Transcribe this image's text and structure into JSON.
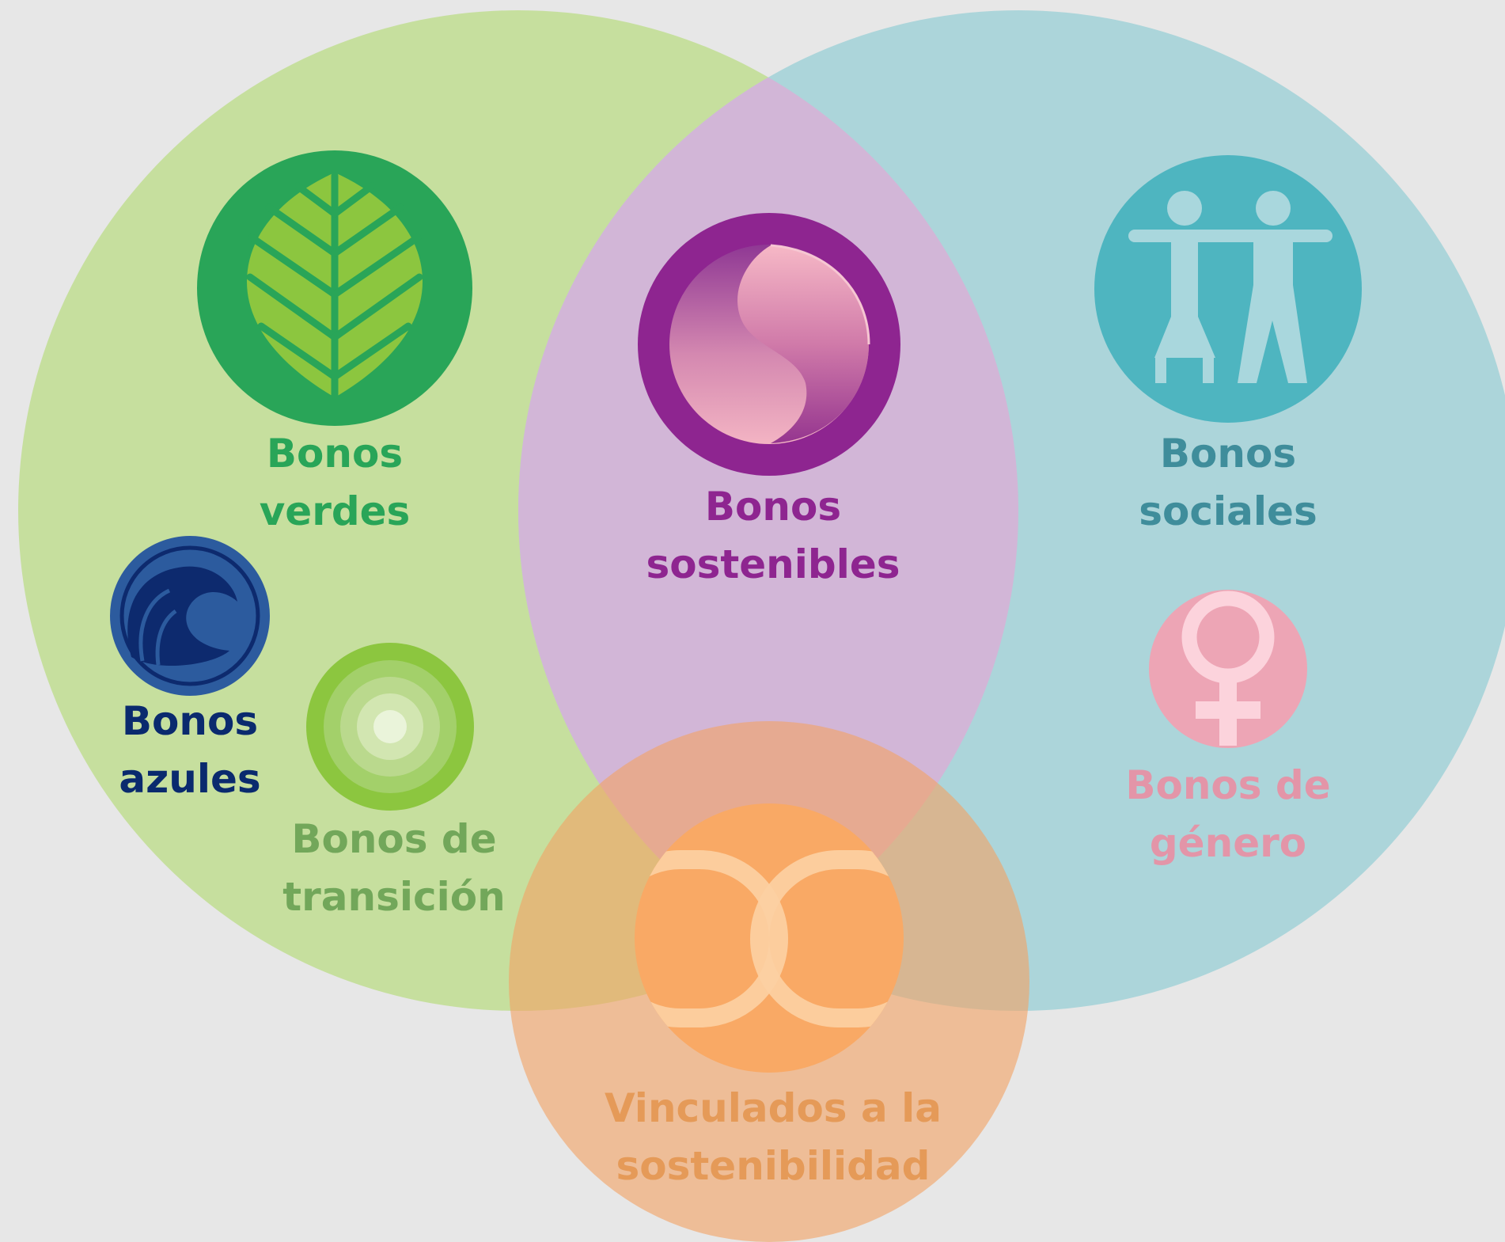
{
  "colors": {
    "background": "#e7e7e7",
    "green_region": "#c6df9e",
    "social_region": "#acd5da",
    "overlap_region": "#d2b6d7",
    "linked_region": "#f2c39a",
    "green_icon": "#29a558",
    "blue_icon": "#2c5b9e",
    "transition_icon": "#8cc63f",
    "sustainable_icon": "#8e2590",
    "social_icon": "#4eb5c0",
    "gender_icon": "#eda5b5",
    "linked_icon": "#f9a965"
  },
  "categories": [
    {
      "id": "green",
      "icon": "leaf-icon",
      "line1": "Bonos",
      "line2": "verdes",
      "color": "#29a558"
    },
    {
      "id": "blue",
      "icon": "wave-icon",
      "line1": "Bonos",
      "line2": "azules",
      "color": "#0a2a6e"
    },
    {
      "id": "transition",
      "icon": "concentric-circles-icon",
      "line1": "Bonos de",
      "line2": "transición",
      "color": "#72a75a"
    },
    {
      "id": "sustainable",
      "icon": "yin-yang-icon",
      "line1": "Bonos",
      "line2": "sostenibles",
      "color": "#8e2590"
    },
    {
      "id": "social",
      "icon": "people-icon",
      "line1": "Bonos",
      "line2": "sociales",
      "color": "#3f8d9b"
    },
    {
      "id": "gender",
      "icon": "female-symbol-icon",
      "line1": "Bonos de",
      "line2": "género",
      "color": "#e395a8"
    },
    {
      "id": "linked",
      "icon": "chain-link-icon",
      "line1": "Vinculados a la",
      "line2": "sostenibilidad",
      "color": "#e59a58"
    }
  ]
}
